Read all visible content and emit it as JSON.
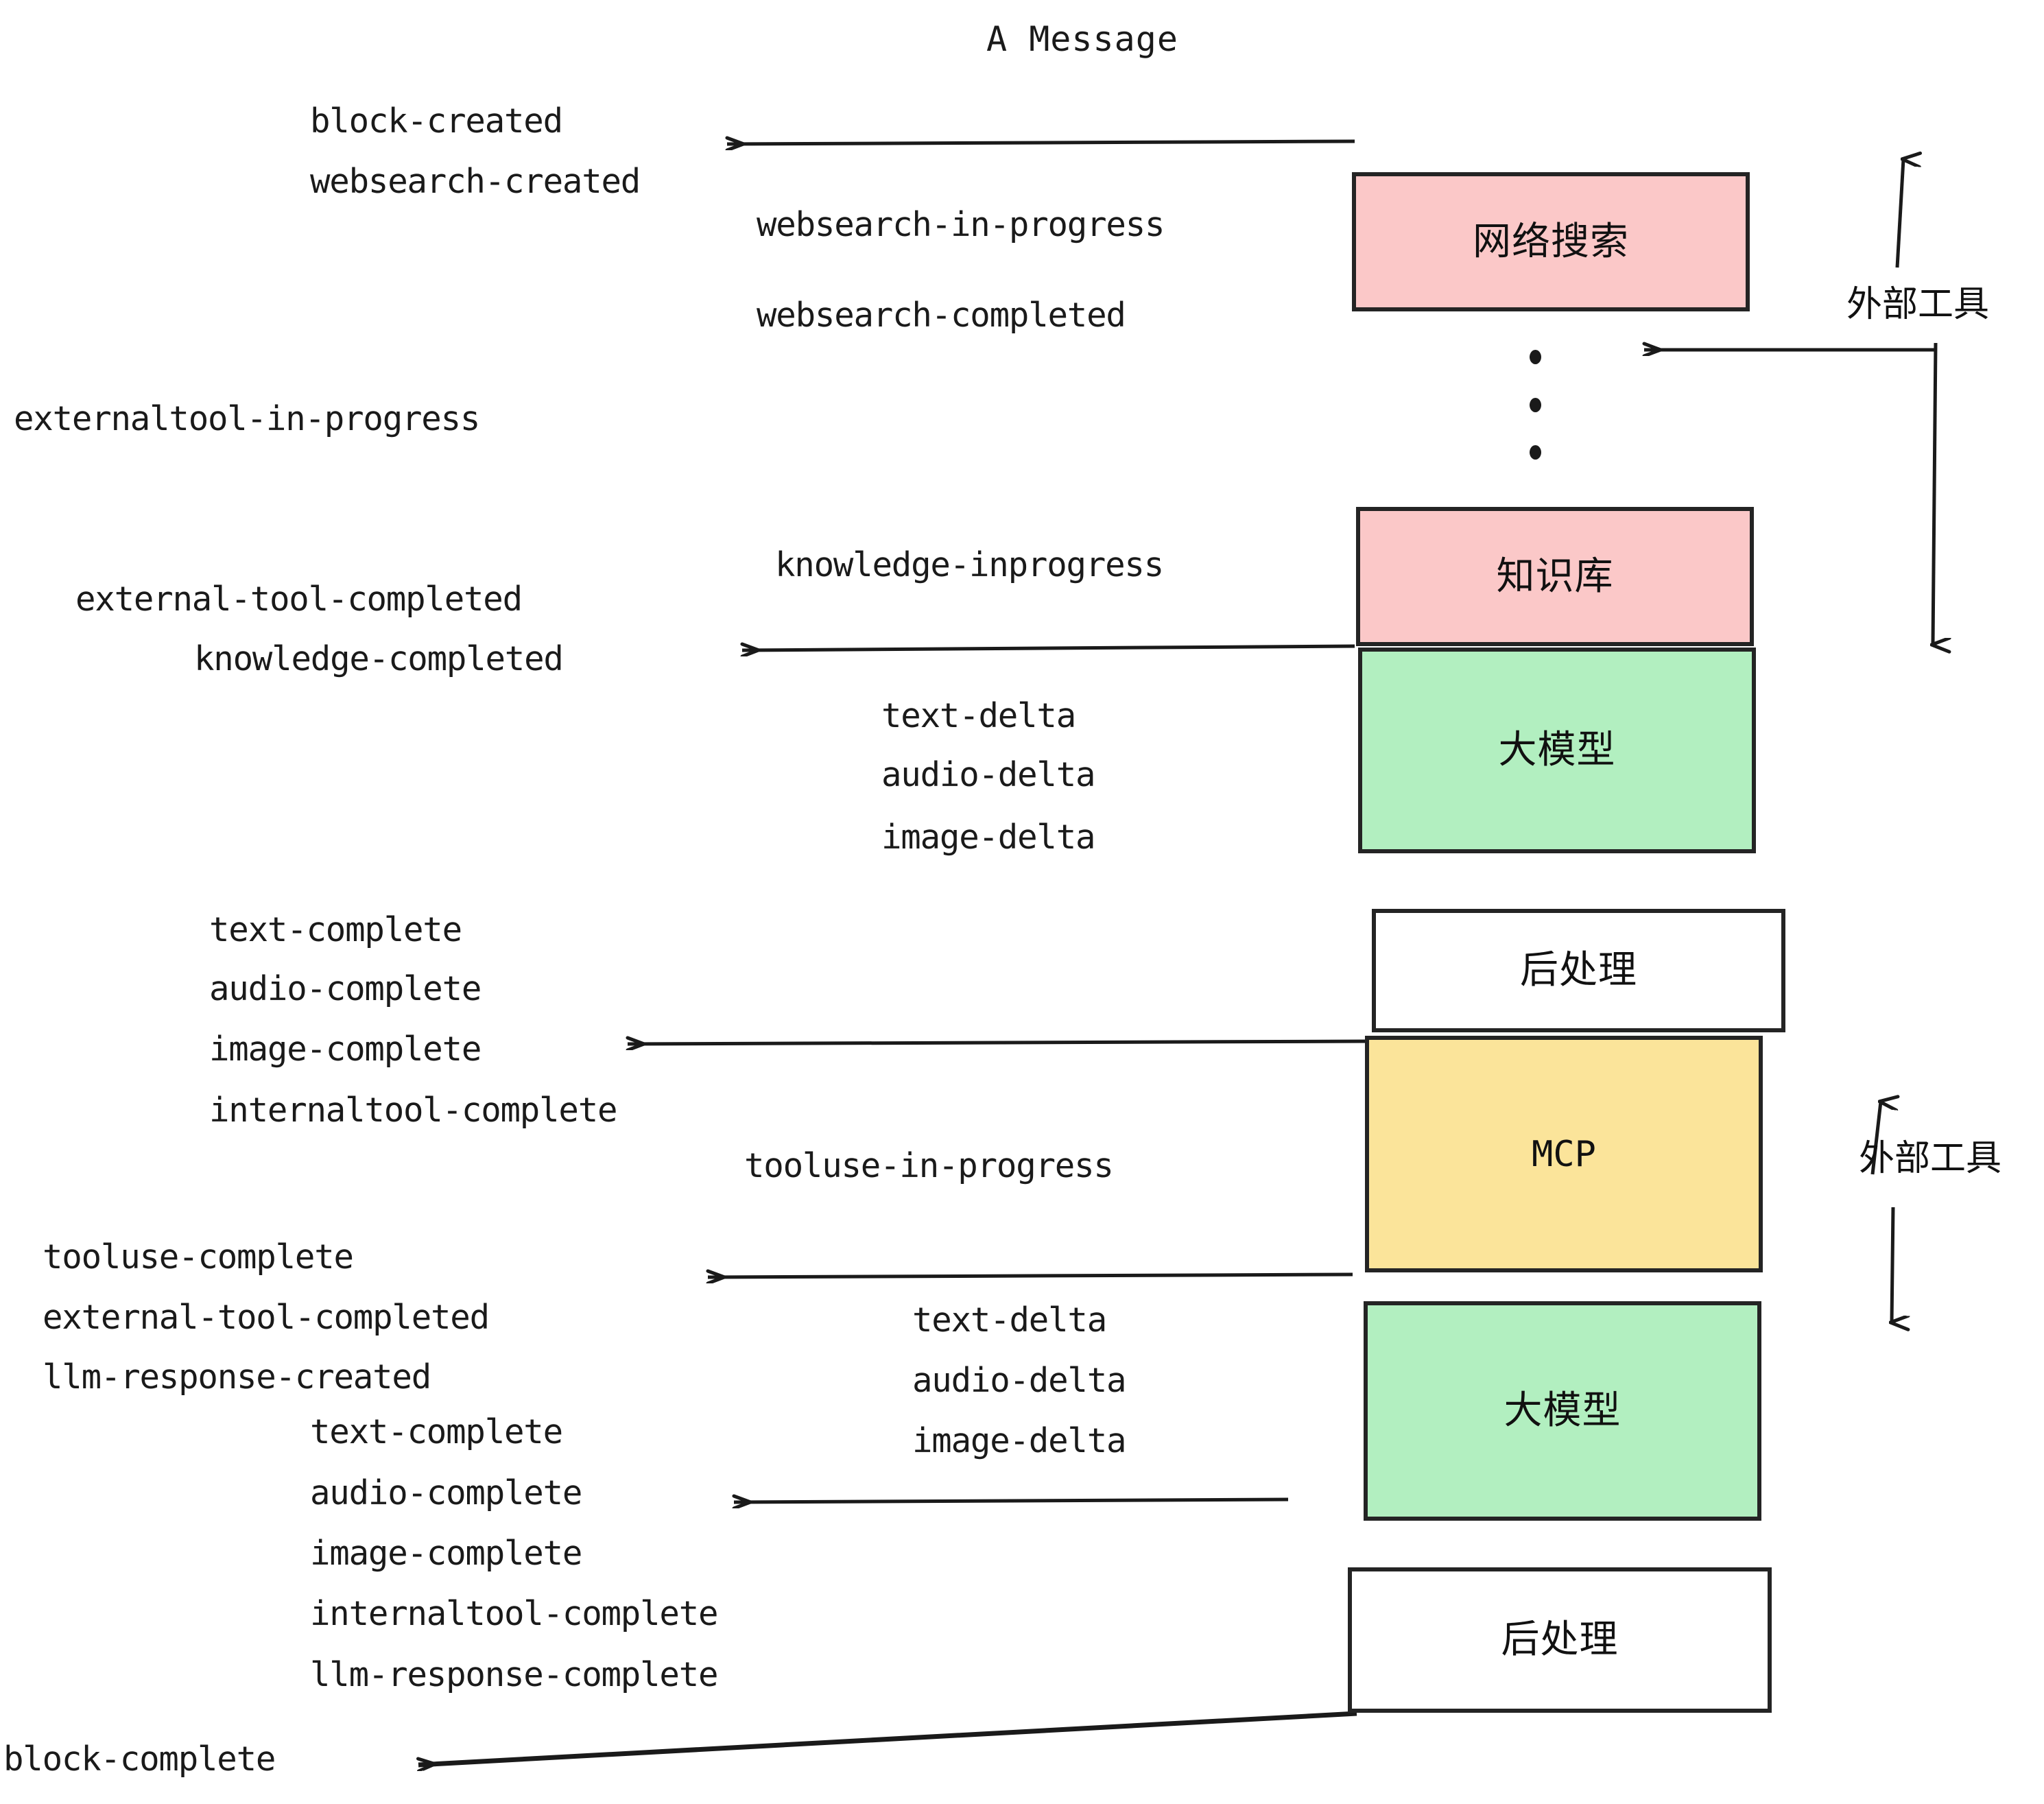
{
  "title": "A Message",
  "colors": {
    "pink": "#FBC8C8",
    "green": "#B2EFC0",
    "yellow": "#FBE49A",
    "white": "#FFFFFF",
    "stroke": "#242424",
    "text": "#1A1A1A"
  },
  "nodes": {
    "websearch": "网络搜索",
    "knowledge": "知识库",
    "llm_upper": "大模型",
    "postprocess_upper": "后处理",
    "mcp": "MCP",
    "llm_lower": "大模型",
    "postprocess_lower": "后处理"
  },
  "group_labels": {
    "external_tool_top": "外部工具",
    "external_tool_bottom": "外部工具"
  },
  "events": {
    "block_created": "block-created",
    "websearch_created": "websearch-created",
    "websearch_in_progress": "websearch-in-progress",
    "websearch_completed": "websearch-completed",
    "externaltool_in_progress": "externaltool-in-progress",
    "knowledge_inprogress": "knowledge-inprogress",
    "external_tool_completed_1": "external-tool-completed",
    "knowledge_completed": "knowledge-completed",
    "text_delta_1": "text-delta",
    "audio_delta_1": "audio-delta",
    "image_delta_1": "image-delta",
    "text_complete_1": "text-complete",
    "audio_complete_1": "audio-complete",
    "image_complete_1": "image-complete",
    "internaltool_complete_1": "internaltool-complete",
    "tooluse_in_progress": "tooluse-in-progress",
    "tooluse_complete": "tooluse-complete",
    "external_tool_completed_2": "external-tool-completed",
    "llm_response_created": "llm-response-created",
    "text_delta_2": "text-delta",
    "audio_delta_2": "audio-delta",
    "image_delta_2": "image-delta",
    "text_complete_2": "text-complete",
    "audio_complete_2": "audio-complete",
    "image_complete_2": "image-complete",
    "internaltool_complete_2": "internaltool-complete",
    "llm_response_complete": "llm-response-complete",
    "block_complete": "block-complete"
  }
}
